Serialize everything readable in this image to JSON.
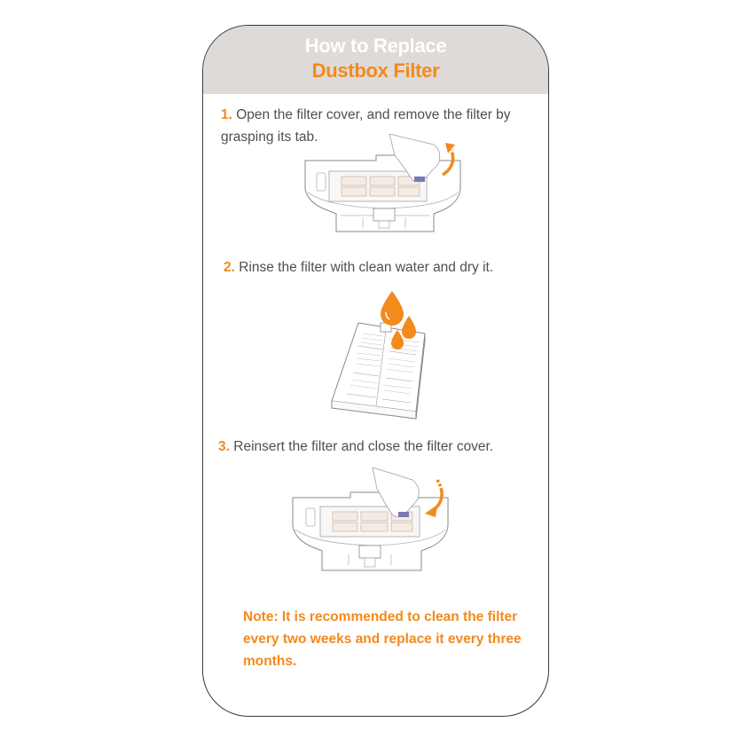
{
  "header": {
    "title_line1": "How to Replace",
    "title_line2": "Dustbox Filter"
  },
  "steps": [
    {
      "number": "1.",
      "text": "Open the filter cover, and remove the filter by grasping its tab.",
      "illustration": "dustbox-remove-filter"
    },
    {
      "number": "2.",
      "text": "Rinse the filter with clean water and dry it.",
      "illustration": "filter-rinse-water-drops"
    },
    {
      "number": "3.",
      "text": "Reinsert the filter and close the filter cover.",
      "illustration": "dustbox-insert-filter"
    }
  ],
  "note": "Note: It is recommended to clean the filter every two weeks and replace it every three months.",
  "colors": {
    "accent": "#f28a1c",
    "header_bg": "#dedad8",
    "body_text": "#4f4f4f",
    "border": "#3a3a3a"
  }
}
